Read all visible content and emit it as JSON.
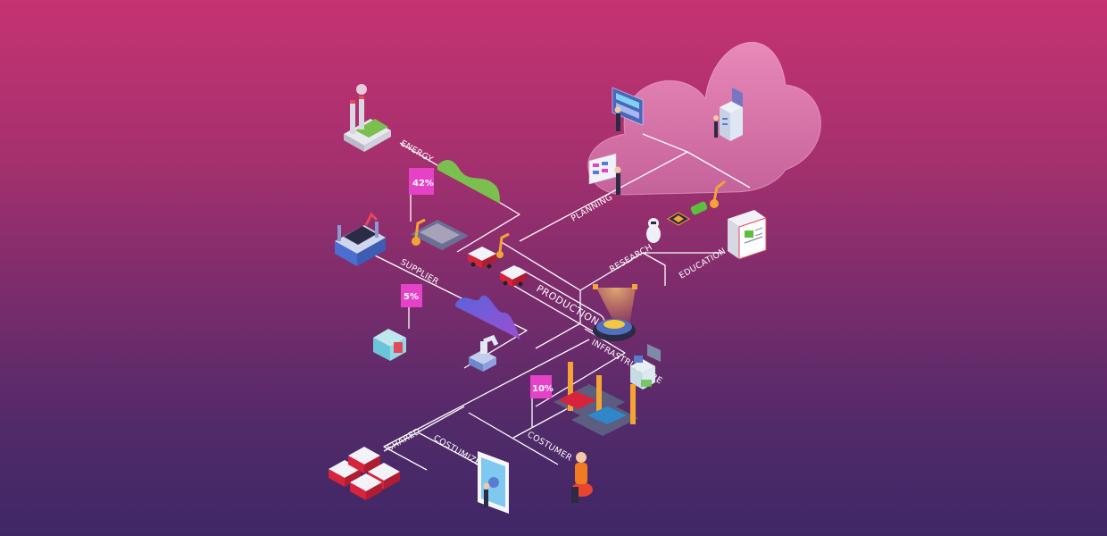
{
  "labels": {
    "energy": "ENERGY",
    "supplier": "SUPPLIER",
    "production": "PRODUCTION",
    "planning": "PLANNING",
    "research": "RESEARCH",
    "education": "EDUCATION",
    "infrastructure": "INFRASTRUCTURE",
    "shared": "SHARED",
    "customized": "COSTUMIZED",
    "customer": "COSTUMER"
  },
  "badges": {
    "energy": "42%",
    "supplier": "5%",
    "infrastructure": "10%"
  },
  "colors": {
    "background_top": "#c63272",
    "background_bottom": "#3f2766",
    "line": "#ffffff",
    "badge": "#e642c8",
    "energy_wave": "#7bc04f",
    "supplier_wave": "#8a56d6",
    "cloud": "#f1a0cc",
    "car_red": "#d7233b",
    "car_blue": "#2f86c9"
  },
  "icons": [
    "factory-icon",
    "cloud-icon",
    "server-icon",
    "dashboard-screen-icon",
    "assembly-line-icon",
    "autonomous-car-icon",
    "robot-arm-icon",
    "robot-icon",
    "microchip-icon",
    "battery-icon",
    "book-icon",
    "printer-3d-icon",
    "spotlight-stage-icon",
    "charging-station-icon",
    "tablet-icon",
    "person-icon"
  ]
}
